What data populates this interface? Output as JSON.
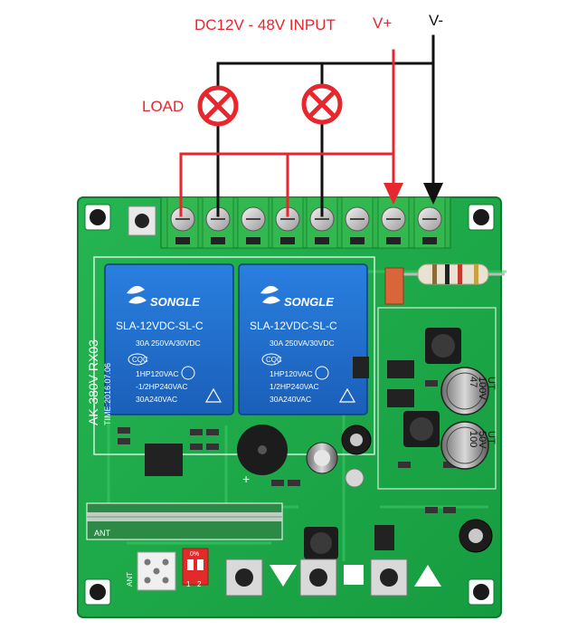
{
  "labels": {
    "input": "DC12V - 48V INPUT",
    "vplus": "V+",
    "vminus": "V-",
    "load": "LOAD"
  },
  "board": {
    "model": "AK-380V RX03",
    "date": "TIME:2016.07.06",
    "ant": "ANT",
    "ant_pad": "ANT",
    "dip_on": "0%",
    "dip_1": "1",
    "dip_2": "2",
    "plus_mark": "+"
  },
  "relays": [
    {
      "brand": "SONGLE",
      "model": "SLA-12VDC-SL-C",
      "line1": "30A 250VA/30VDC",
      "cqc": "CQC",
      "line2": "1HP120VAC",
      "line3": "-1/2HP240VAC",
      "line4": "30A240VAC"
    },
    {
      "brand": "SONGLE",
      "model": "SLA-12VDC-SL-C",
      "line1": "30A 250VA/30VDC",
      "cqc": "CQC",
      "line2": "1HP120VAC",
      "line3": "1/2HP240VAC",
      "line4": "30A240VAC"
    }
  ],
  "capacitors": [
    {
      "lines": [
        "47",
        "100V",
        "UT"
      ]
    },
    {
      "lines": [
        "100",
        "50V",
        "UT"
      ]
    }
  ],
  "colors": {
    "red_wire": "#e8262d",
    "black_wire": "#111111",
    "pcb": "#1ea84a",
    "relay": "#1f6fd0",
    "terminal": "#2fb34a"
  }
}
